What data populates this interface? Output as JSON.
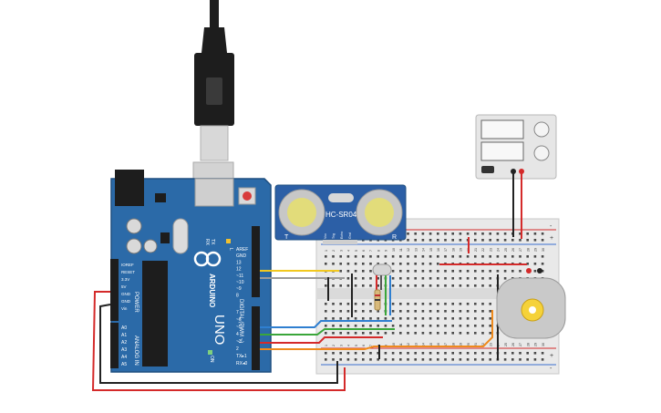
{
  "colors": {
    "board": "#2b6aa8",
    "board_dark": "#1f4f80",
    "breadboard": "#e9e9e9",
    "wire_red": "#d42a2a",
    "wire_black": "#222222",
    "wire_yellow": "#f2c81e",
    "wire_gray": "#9a9a9a",
    "wire_blue": "#2f7fd0",
    "wire_green": "#3aa63a",
    "wire_orange": "#ef8a1c",
    "usb_black": "#1d1d1d",
    "usb_metal": "#d8d8d8",
    "motor_yellow": "#f5d23a"
  },
  "arduino": {
    "logo_text": "ARDUINO",
    "model": "UNO",
    "tx_label": "TX",
    "rx_label": "RX",
    "l_label": "L",
    "on_label": "ON",
    "power_label": "POWER",
    "analog_label": "ANALOG IN",
    "digital_label": "DIGITAL (PWM ~)",
    "power_pins": [
      "IOREF",
      "RESET",
      "3.3V",
      "5V",
      "GND",
      "GND",
      "Vin"
    ],
    "analog_pins": [
      "A0",
      "A1",
      "A2",
      "A3",
      "A4",
      "A5"
    ],
    "top_pins": [
      "AREF",
      "GND",
      "13",
      "12",
      "~11",
      "~10",
      "~9",
      "8"
    ],
    "bottom_pins": [
      "7",
      "~6",
      "~5",
      "4",
      "~3",
      "2",
      "TX▸1",
      "RX◂0"
    ]
  },
  "sensor": {
    "name": "HC-SR04",
    "left_mark": "T",
    "right_mark": "R",
    "pins": [
      "Vcc",
      "Trig",
      "Echo",
      "Gnd"
    ]
  },
  "breadboard": {
    "col_numbers": [
      "1",
      "2",
      "3",
      "4",
      "5",
      "6",
      "7",
      "8",
      "9",
      "10",
      "11",
      "12",
      "13",
      "14",
      "15",
      "16",
      "17",
      "18",
      "19",
      "20",
      "21",
      "22",
      "23",
      "24",
      "25",
      "26",
      "27",
      "28",
      "29",
      "30"
    ],
    "row_letters_top": [
      "j",
      "i",
      "h",
      "g",
      "f"
    ],
    "row_letters_bottom": [
      "e",
      "d",
      "c",
      "b",
      "a"
    ],
    "rail_plus": "+",
    "rail_minus": "-"
  },
  "icons": [
    "usb-cable-icon",
    "dc-motor-icon",
    "rgb-led-icon",
    "resistor-icon",
    "power-supply-icon"
  ]
}
